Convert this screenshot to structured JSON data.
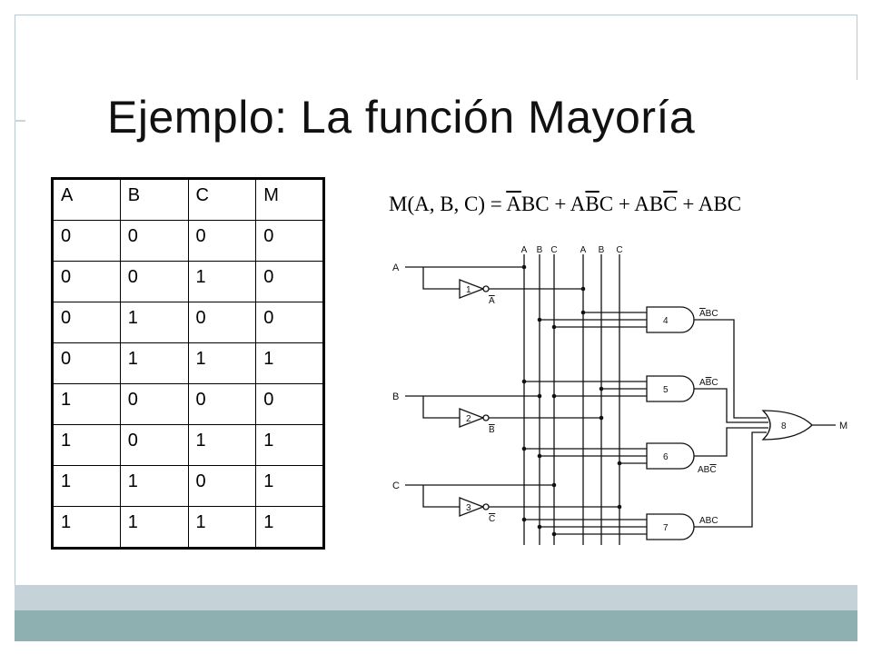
{
  "slide": {
    "title": "Ejemplo: La función Mayoría"
  },
  "truth_table": {
    "headers": [
      "A",
      "B",
      "C",
      "M"
    ],
    "rows": [
      [
        "0",
        "0",
        "0",
        "0"
      ],
      [
        "0",
        "0",
        "1",
        "0"
      ],
      [
        "0",
        "1",
        "0",
        "0"
      ],
      [
        "0",
        "1",
        "1",
        "1"
      ],
      [
        "1",
        "0",
        "0",
        "0"
      ],
      [
        "1",
        "0",
        "1",
        "1"
      ],
      [
        "1",
        "1",
        "0",
        "1"
      ],
      [
        "1",
        "1",
        "1",
        "1"
      ]
    ]
  },
  "formula": {
    "lhs": "M(A, B, C) = ",
    "t1_bar": "A",
    "t1_rest": "BC",
    "plus": " + ",
    "t2_pre": "A",
    "t2_bar": "B",
    "t2_rest": "C",
    "t3_pre": "AB",
    "t3_bar": "C",
    "t4": "ABC"
  },
  "circuit": {
    "bus_labels": [
      "A",
      "B",
      "C",
      "A",
      "B",
      "C"
    ],
    "inputs": [
      "A",
      "B",
      "C"
    ],
    "inverters": [
      {
        "number": "1",
        "output": "A"
      },
      {
        "number": "2",
        "output": "B"
      },
      {
        "number": "3",
        "output": "C"
      }
    ],
    "and_gates": [
      {
        "number": "4",
        "label_bar": "A",
        "label_rest": "BC"
      },
      {
        "number": "5",
        "label_pre": "A",
        "label_bar": "B",
        "label_rest": "C"
      },
      {
        "number": "6",
        "label_pre": "AB",
        "label_bar": "C"
      },
      {
        "number": "7",
        "label": "ABC"
      }
    ],
    "or_gate": {
      "number": "8"
    },
    "output": "M"
  }
}
